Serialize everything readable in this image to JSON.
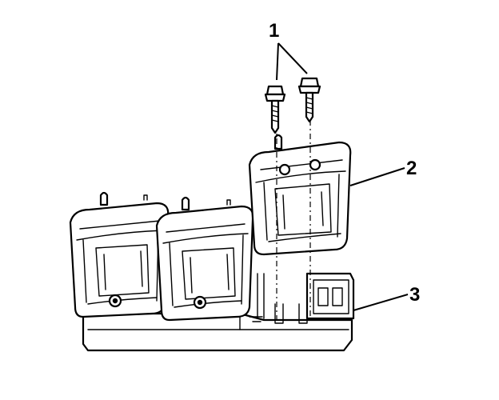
{
  "callouts": [
    {
      "id": "bolts",
      "label": "1"
    },
    {
      "id": "coil",
      "label": "2"
    },
    {
      "id": "coil-bracket",
      "label": "3"
    }
  ],
  "colors": {
    "ink": "#000000",
    "paper": "#ffffff"
  }
}
